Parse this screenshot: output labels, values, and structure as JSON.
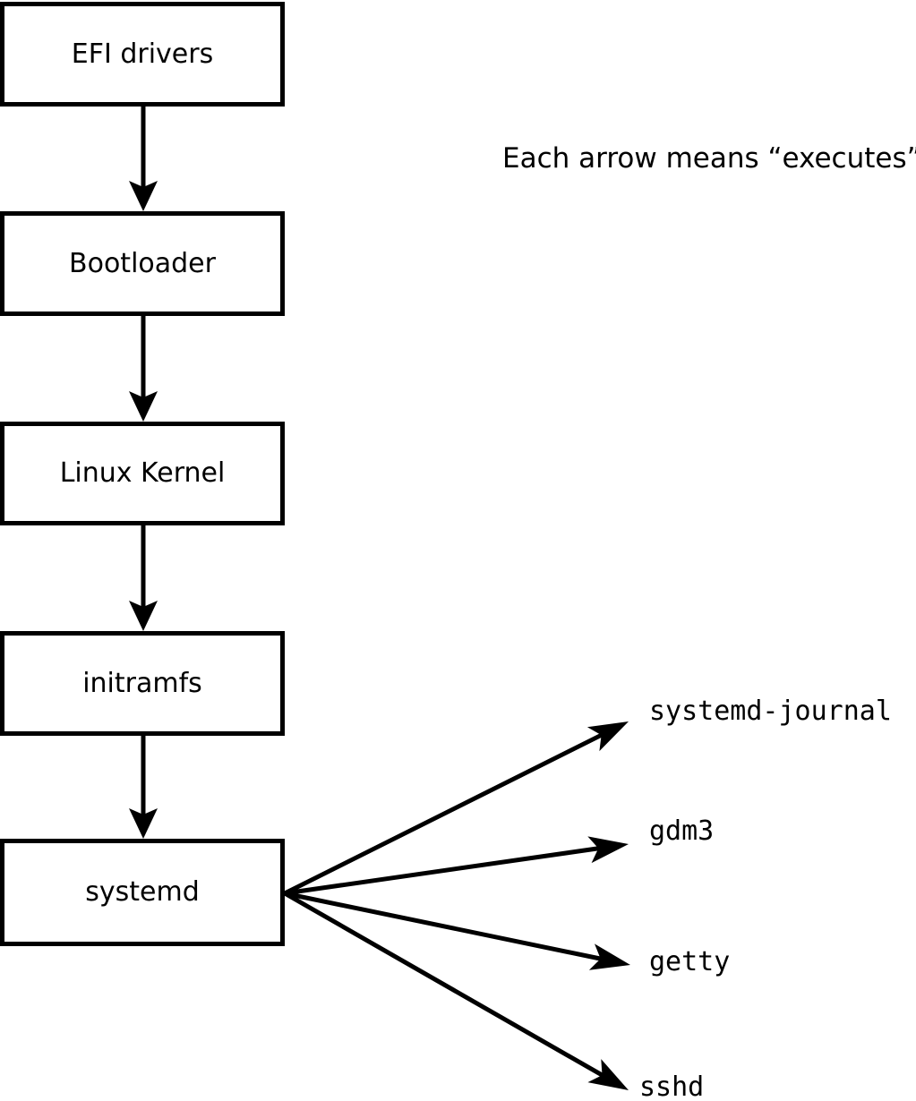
{
  "diagram": {
    "annotation": "Each arrow means “executes”.",
    "boxes": [
      {
        "id": "efi",
        "label": "EFI drivers"
      },
      {
        "id": "bootloader",
        "label": "Bootloader"
      },
      {
        "id": "kernel",
        "label": "Linux Kernel"
      },
      {
        "id": "initramfs",
        "label": "initramfs"
      },
      {
        "id": "systemd",
        "label": "systemd"
      }
    ],
    "chain_edges": [
      {
        "from": "EFI drivers",
        "to": "Bootloader",
        "meaning": "executes"
      },
      {
        "from": "Bootloader",
        "to": "Linux Kernel",
        "meaning": "executes"
      },
      {
        "from": "Linux Kernel",
        "to": "initramfs",
        "meaning": "executes"
      },
      {
        "from": "initramfs",
        "to": "systemd",
        "meaning": "executes"
      }
    ],
    "fanout": {
      "from": "systemd",
      "targets": [
        {
          "label": "systemd-journal"
        },
        {
          "label": "gdm3"
        },
        {
          "label": "getty"
        },
        {
          "label": "sshd"
        }
      ]
    },
    "colors": {
      "line": "#000000",
      "text": "#000000",
      "box_fill": "#ffffff",
      "background": "#ffffff"
    }
  }
}
